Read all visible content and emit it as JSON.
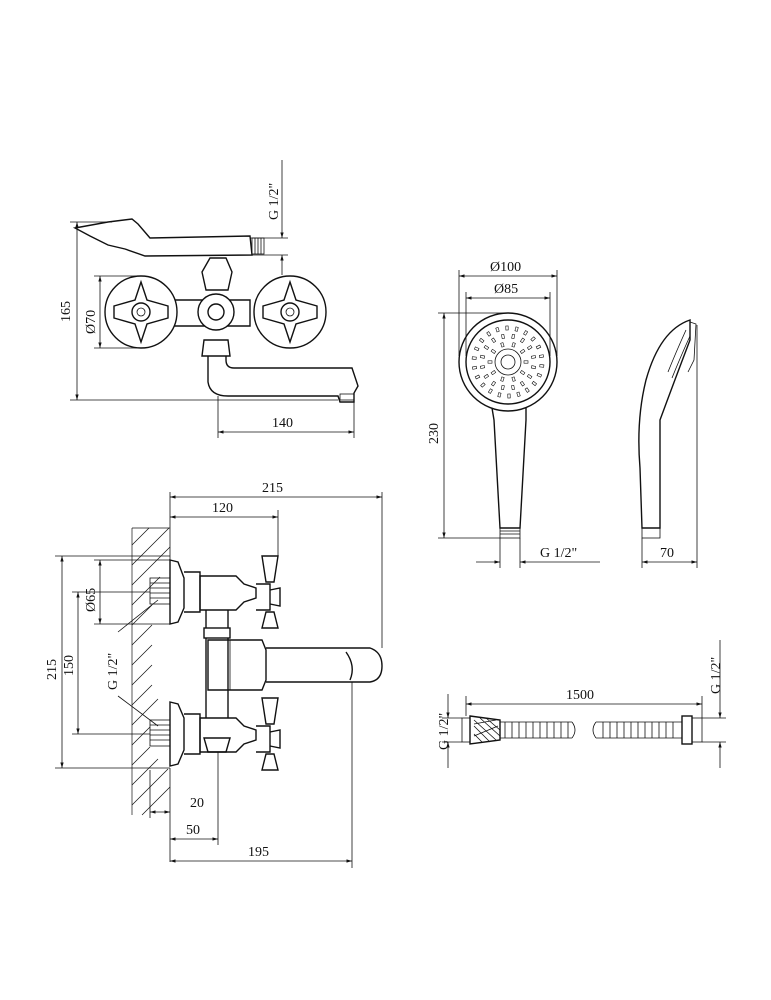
{
  "top_view": {
    "thread_label": "G 1/2\"",
    "height_label": "165",
    "handle_diameter_label": "Ø70",
    "spout_reach_label": "140"
  },
  "side_view": {
    "total_depth_label": "215",
    "handle_depth_label": "120",
    "body_height_label": "215",
    "inlet_spacing_label": "150",
    "flange_diameter_label": "Ø65",
    "thread_label": "G 1/2\"",
    "offset_small_label": "20",
    "offset_mid_label": "50",
    "spout_depth_label": "195"
  },
  "shower_head": {
    "outer_diameter_label": "Ø100",
    "inner_diameter_label": "Ø85",
    "length_label": "230",
    "thread_label": "G 1/2\"",
    "width_label": "70"
  },
  "hose": {
    "length_label": "1500",
    "left_thread_label": "G 1/2\"",
    "right_thread_label": "G 1/2\""
  }
}
